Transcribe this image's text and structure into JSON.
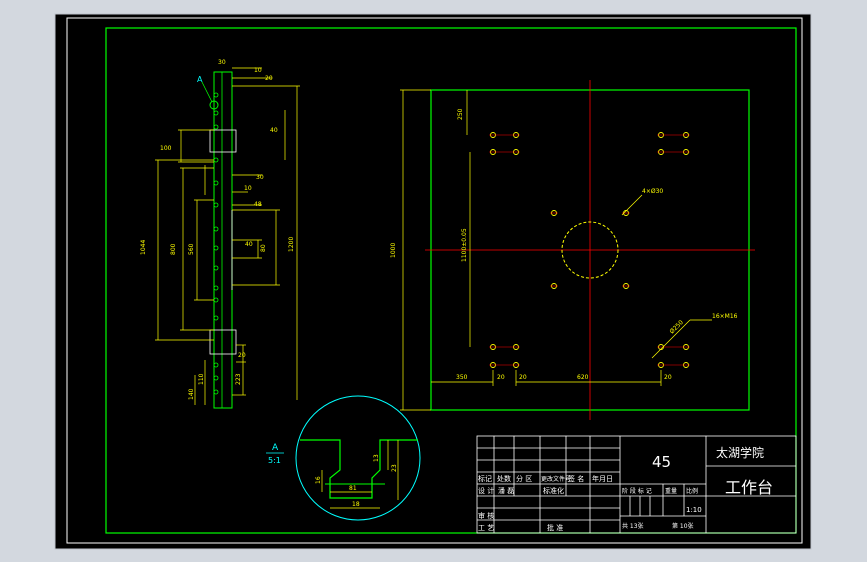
{
  "drawing": {
    "material": "45",
    "school": "太湖学院",
    "part_name": "工作台",
    "scale": "1:10",
    "sheet_total": "共 13张",
    "sheet_no": "第 10张"
  },
  "title_block": {
    "row_labels": [
      "标记",
      "处数",
      "分 区",
      "更改文件号",
      "签 名",
      "年月日"
    ],
    "designer": "设 计",
    "designer_name": "潘 磊",
    "std": "标准化",
    "stage_label": "阶 段 标 记",
    "weight_label": "重量",
    "scale_label": "比例",
    "check": "审 核",
    "craft": "工 艺",
    "approve": "批 准"
  },
  "left_view_dims": {
    "top_30": "30",
    "top_10": "10",
    "top_20": "20",
    "d_40a": "40",
    "d_100": "100",
    "d_30": "30",
    "d_10": "10",
    "d_48": "48",
    "d_1044": "1044",
    "d_800": "800",
    "d_560": "560",
    "d_40b": "40",
    "d_80": "80",
    "d_1200": "1200",
    "d_20": "20",
    "d_223": "223",
    "d_110": "110",
    "d_140": "140",
    "section_label": "A",
    "detail_label": "A",
    "detail_scale": "5:1"
  },
  "detail_dims": {
    "d_13a": "13",
    "d_23": "23",
    "d_81": "81",
    "d_16": "16",
    "d_18": "18"
  },
  "plate_dims": {
    "d_250": "250",
    "d_1000": "1000",
    "d_1100": "1100±0.05",
    "d_350": "350",
    "d_20a": "20",
    "d_20b": "20",
    "d_620": "620",
    "d_20c": "20",
    "d_hole_big": "4×Ø30",
    "d_hole_small": "16×M16",
    "d_phi": "Ø250"
  }
}
